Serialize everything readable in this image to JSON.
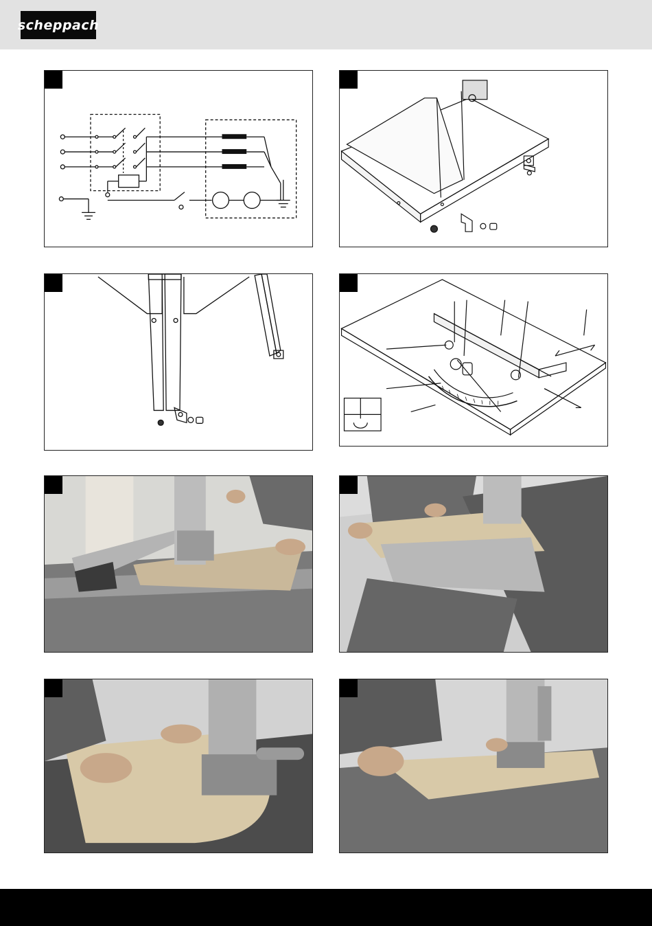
{
  "header": {
    "brand": "scheppach",
    "bg_color": "#e2e2e2",
    "logo_bg": "#0a0a0a"
  },
  "footer": {
    "bg_color": "#000000"
  },
  "figures": [
    {
      "id": "fig-1",
      "kind": "wiring-diagram"
    },
    {
      "id": "fig-2",
      "kind": "table-leg-assembly-drawing"
    },
    {
      "id": "fig-3",
      "kind": "stand-frame-drawing"
    },
    {
      "id": "fig-4",
      "kind": "rip-fence-mitre-gauge-drawing"
    },
    {
      "id": "fig-5",
      "kind": "photo-fence-cut"
    },
    {
      "id": "fig-6",
      "kind": "photo-bevel-cut"
    },
    {
      "id": "fig-7",
      "kind": "photo-curve-cut"
    },
    {
      "id": "fig-8",
      "kind": "photo-straight-cut"
    }
  ]
}
